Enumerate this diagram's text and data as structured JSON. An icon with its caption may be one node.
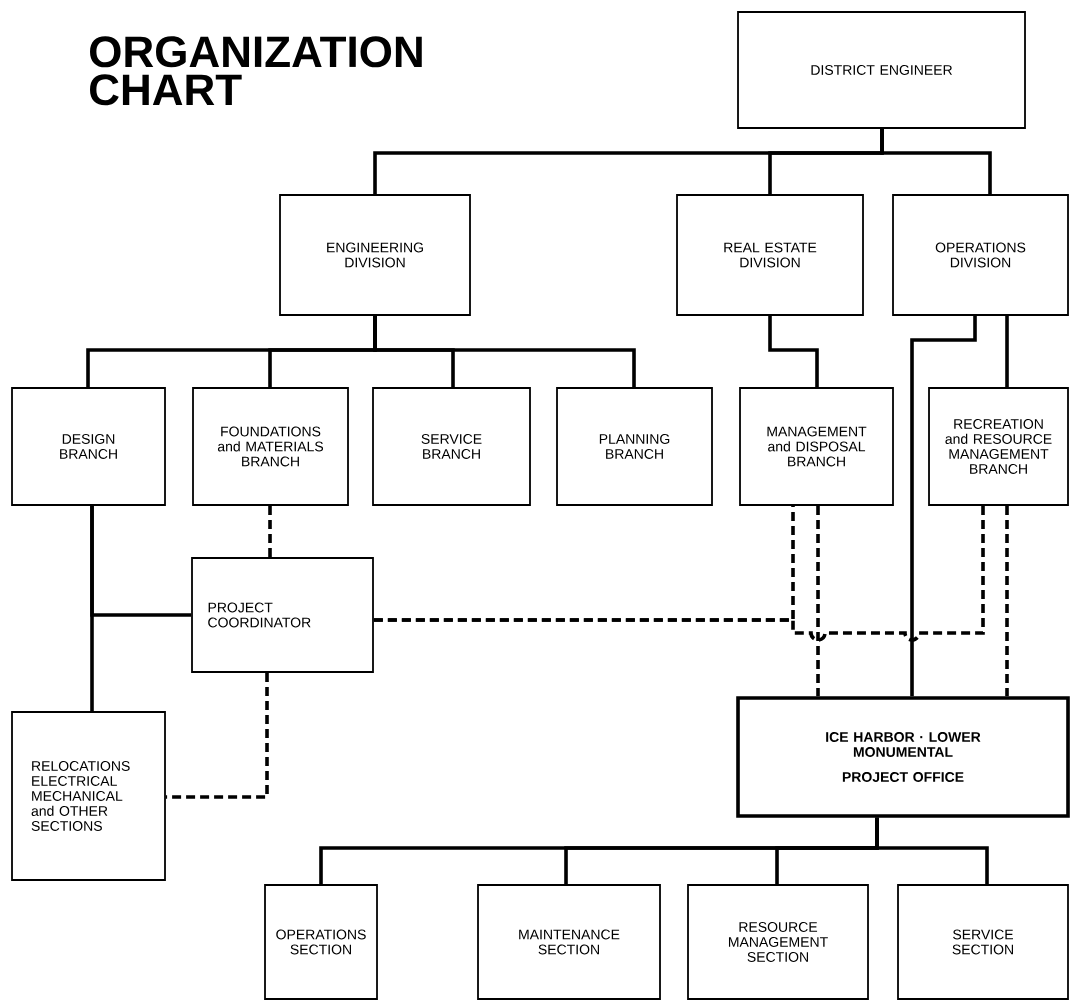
{
  "diagram": {
    "title": "ORGANIZATION CHART",
    "nodes": [
      {
        "text": [
          "DISTRICT ENGINEER"
        ]
      },
      {
        "text": [
          "ENGINEERING DIVISION"
        ]
      },
      {
        "text": [
          "REAL ESTATE DIVISION"
        ]
      },
      {
        "text": [
          "OPERATIONS DIVISION"
        ]
      },
      {
        "text": [
          "DESIGN BRANCH"
        ]
      },
      {
        "text": [
          "FOUNDATIONS and MATERIALS BRANCH"
        ]
      },
      {
        "text": [
          "SERVICE BRANCH"
        ]
      },
      {
        "text": [
          "PLANNING BRANCH"
        ]
      },
      {
        "text": [
          "MANAGEMENT and DISPOSAL BRANCH"
        ]
      },
      {
        "text": [
          "RECREATION and RESOURCE MANAGEMENT BRANCH"
        ]
      },
      {
        "text": [
          "PROJECT COORDINATOR"
        ]
      },
      {
        "text": [
          "RELOCATIONS ELECTRICAL MECHANICAL and OTHER SECTIONS"
        ]
      },
      {
        "text": [
          "ICE HARBOR · LOWER MONUMENTAL",
          "PROJECT OFFICE"
        ]
      },
      {
        "text": [
          "OPERATIONS SECTION"
        ]
      },
      {
        "text": [
          "MAINTENANCE SECTION"
        ]
      },
      {
        "text": [
          "RESOURCE MANAGEMENT SECTION"
        ]
      },
      {
        "text": [
          "SERVICE SECTION"
        ]
      }
    ],
    "edges": [
      {
        "from": 0,
        "to": 1,
        "arrow": "none"
      },
      {
        "from": 0,
        "to": 2,
        "arrow": "none"
      },
      {
        "from": 0,
        "to": 3,
        "arrow": "none"
      },
      {
        "from": 1,
        "to": 4,
        "arrow": "none"
      },
      {
        "from": 1,
        "to": 5,
        "arrow": "none"
      },
      {
        "from": 1,
        "to": 6,
        "arrow": "none"
      },
      {
        "from": 1,
        "to": 7,
        "arrow": "none"
      },
      {
        "from": 2,
        "to": 8,
        "arrow": "none"
      },
      {
        "from": 3,
        "to": 9,
        "arrow": "none"
      },
      {
        "from": 3,
        "to": 12,
        "arrow": "none"
      },
      {
        "from": 4,
        "to": 11,
        "arrow": "none"
      },
      {
        "from": 10,
        "to": 4,
        "arrow": "none"
      },
      {
        "from": 5,
        "to": 10,
        "arrow": "none",
        "style": "dashed"
      },
      {
        "from": 10,
        "to": 11,
        "arrow": "none",
        "style": "dashed"
      },
      {
        "from": 10,
        "to": 8,
        "arrow": "none",
        "style": "dashed"
      },
      {
        "from": 9,
        "to": 10,
        "arrow": "none",
        "style": "dashed"
      },
      {
        "from": 8,
        "to": 12,
        "arrow": "none",
        "style": "dashed"
      },
      {
        "from": 9,
        "to": 12,
        "arrow": "none",
        "style": "dashed"
      },
      {
        "from": 12,
        "to": 13,
        "arrow": "none"
      },
      {
        "from": 12,
        "to": 14,
        "arrow": "none"
      },
      {
        "from": 12,
        "to": 15,
        "arrow": "none"
      },
      {
        "from": 12,
        "to": 16,
        "arrow": "none"
      }
    ]
  }
}
